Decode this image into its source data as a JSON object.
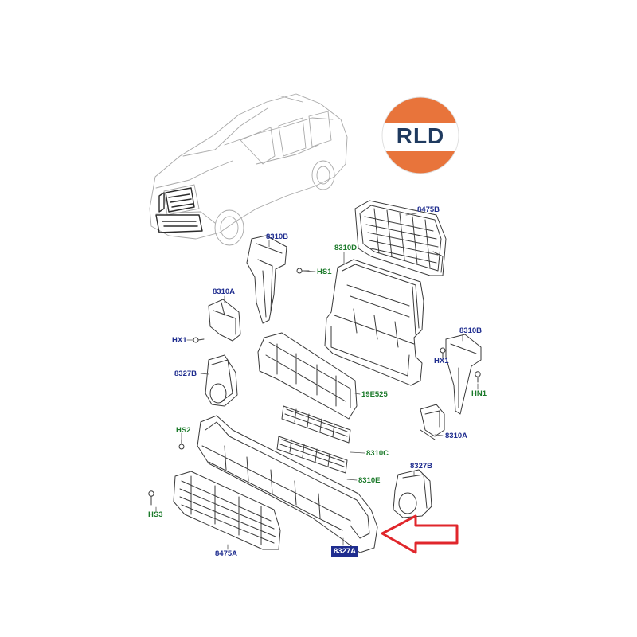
{
  "logo": {
    "text": "RLD",
    "top_color": "#e8743b",
    "bottom_color": "#e8743b",
    "band_color": "#ffffff",
    "text_color": "#1f3a5f"
  },
  "colors": {
    "part_label": "#1f2d8f",
    "fastener_label": "#1b7a2a",
    "line_art": "#3a3a3a",
    "arrow": "#e0262b",
    "highlight_bg": "#1f2d8f"
  },
  "callouts": {
    "c8475b": "8475B",
    "c8310b_left": "8310B",
    "c8310d": "8310D",
    "hs1": "HS1",
    "c8310a_left": "8310A",
    "hx1_left": "HX1",
    "c8327b_left": "8327B",
    "c8310b_right": "8310B",
    "hx1_right": "HX1",
    "hn1": "HN1",
    "c19e525": "19E525",
    "hs2": "HS2",
    "c8310a_right": "8310A",
    "c8310c": "8310C",
    "c8327b_right": "8327B",
    "c8310e": "8310E",
    "hs3": "HS3",
    "c8475a": "8475A",
    "c8327a": "8327A"
  }
}
